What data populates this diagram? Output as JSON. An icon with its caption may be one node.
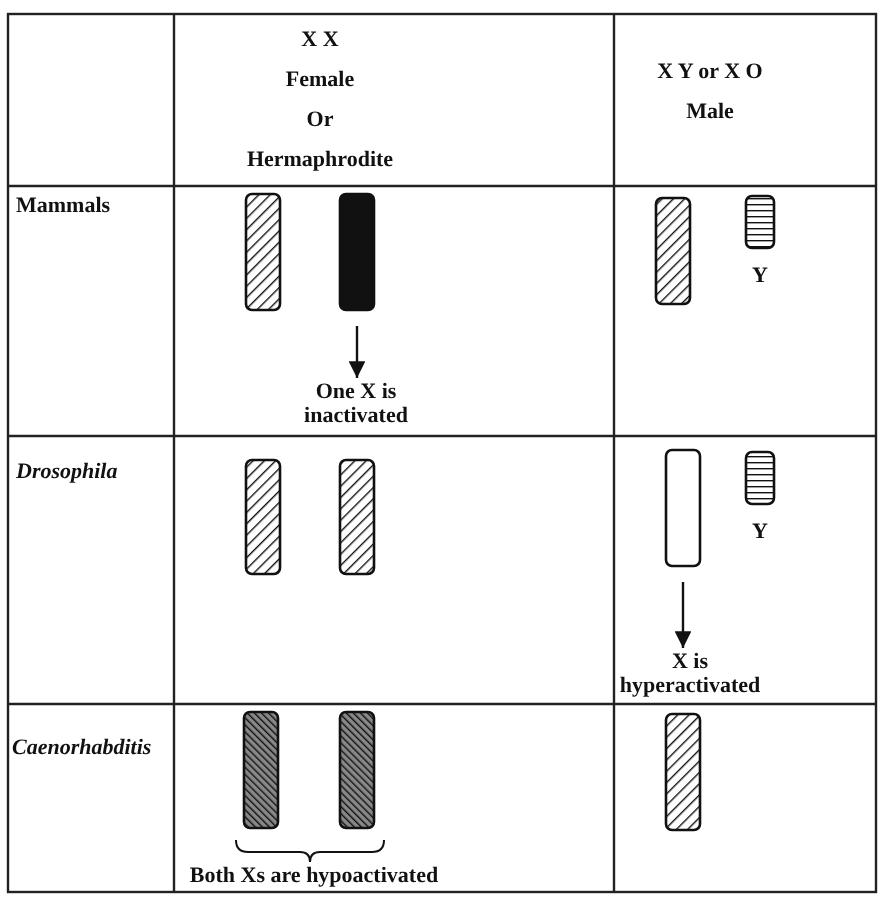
{
  "diagram": {
    "nodes": [
      {
        "text": [],
        "shape": "bar"
      },
      {
        "text": [],
        "shape": "bar"
      },
      {
        "text": [],
        "shape": "bar"
      },
      {
        "text": [],
        "shape": "bar",
        "beside": [
          "Y"
        ]
      },
      {
        "text": [
          "One X is inactivated"
        ]
      },
      {
        "text": [],
        "shape": "bar"
      },
      {
        "text": [],
        "shape": "bar"
      },
      {
        "text": [],
        "shape": "bar"
      },
      {
        "text": [],
        "shape": "bar",
        "beside": [
          "Y"
        ]
      },
      {
        "text": [
          "X is hyperactivated"
        ]
      },
      {
        "text": [],
        "shape": "bar"
      },
      {
        "text": [],
        "shape": "bar"
      },
      {
        "text": [],
        "shape": "bar"
      }
    ],
    "edges": [
      {
        "from": 1,
        "to": 4,
        "arrow": "to"
      },
      {
        "from": 7,
        "to": 9,
        "arrow": "to"
      }
    ],
    "labels": [
      "X X",
      "Female",
      "Or",
      "Hermaphrodite",
      "X Y or X O",
      "Male",
      "Mammals",
      "Drosophila",
      "Caenorhabditis",
      "Both Xs are hypoactivated"
    ]
  }
}
